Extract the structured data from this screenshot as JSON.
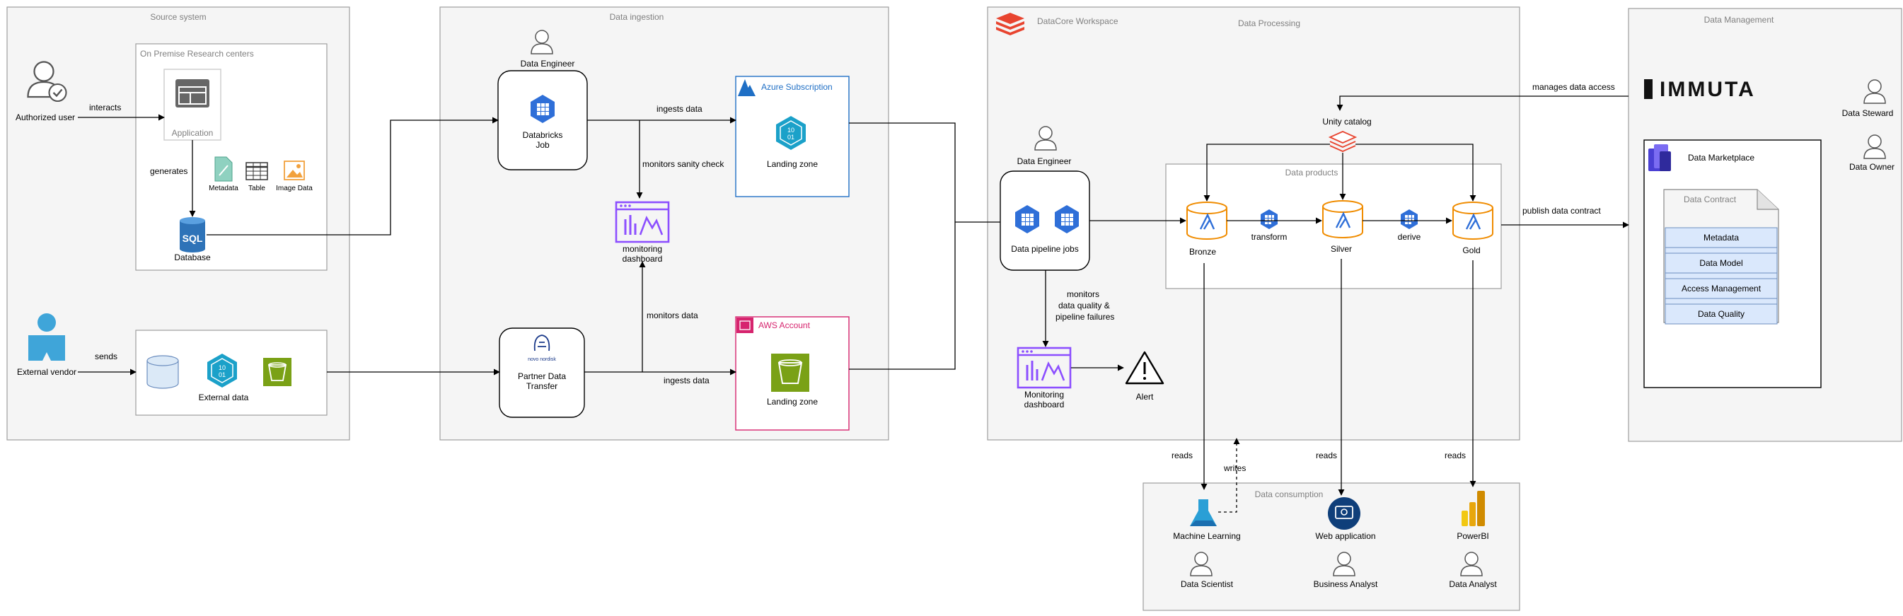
{
  "groups": {
    "source": "Source system",
    "onprem": "On Premise Research centers",
    "ingestion": "Data ingestion",
    "azure": "Azure Subscription",
    "aws": "AWS Account",
    "workspace": "DataCore Workspace",
    "processing": "Data Processing",
    "products": "Data products",
    "consumption": "Data consumption",
    "management": "Data Management"
  },
  "nodes": {
    "authorized_user": "Authorized user",
    "application": "Application",
    "metadata": "Metadata",
    "table": "Table",
    "image_data": "Image Data",
    "database": "Database",
    "sql": "SQL",
    "external_vendor": "External vendor",
    "external_data": "External data",
    "data_engineer_1": "Data Engineer",
    "databricks_job": "Databricks Job",
    "monitoring_dashboard_1": "monitoring dashboard",
    "partner_transfer": "Partner Data Transfer",
    "novo_logo": "novo nordisk",
    "landing_zone_azure": "Landing zone",
    "landing_zone_aws": "Landing zone",
    "data_engineer_2": "Data Engineer",
    "pipeline_jobs": "Data pipeline jobs",
    "monitoring_dashboard_2": "Monitoring dashboard",
    "alert": "Alert",
    "unity_catalog": "Unity catalog",
    "bronze": "Bronze",
    "silver": "Silver",
    "gold": "Gold",
    "machine_learning": "Machine Learning",
    "web_application": "Web application",
    "powerbi": "PowerBI",
    "data_scientist": "Data Scientist",
    "business_analyst": "Business Analyst",
    "data_analyst": "Data Analyst",
    "immuta": "IMMUTA",
    "data_steward": "Data Steward",
    "data_owner": "Data Owner",
    "data_marketplace": "Data Marketplace",
    "data_contract": "Data Contract",
    "contract_rows": [
      "Metadata",
      "Data Model",
      "Access Management",
      "Data Quality"
    ]
  },
  "edges": {
    "interacts": "interacts",
    "generates": "generates",
    "sends": "sends",
    "ingests_data_1": "ingests data",
    "monitors_sanity": "monitors sanity check",
    "monitors_data": "monitors data",
    "ingests_data_2": "ingests data",
    "monitors_quality": [
      "monitors",
      "data quality &",
      "pipeline failures"
    ],
    "transform": "transform",
    "derive": "derive",
    "manages_access": "manages data access",
    "publish_contract": "publish data contract",
    "reads_1": "reads",
    "writes": "writes",
    "reads_2": "reads",
    "reads_3": "reads"
  },
  "colors": {
    "azure_border": "#1f6fc5",
    "aws_border": "#d6246e",
    "gold_storage": "#f08c00",
    "monitor_purple": "#8c4fff",
    "databricks_red": "#e8442f",
    "contract_fill": "#dae8fc"
  }
}
